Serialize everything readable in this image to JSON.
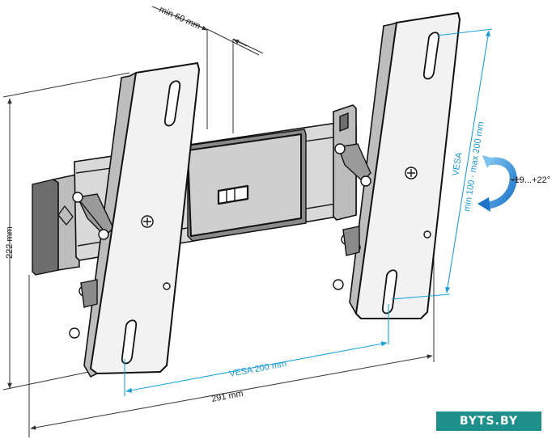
{
  "dimensions": {
    "min_depth": "min 60 mm",
    "height": "222 mm",
    "width": "291 mm",
    "vesa_horizontal": "VESA 200 mm",
    "vesa_vertical_title": "VESA",
    "vesa_vertical_range": "min 100 - max 200 mm",
    "tilt_range": "-19...+22°"
  },
  "watermark": "BYTS.BY",
  "colors": {
    "dimension_blue": "#1aa2d8",
    "tilt_arrow_blue": "#2a8fd6",
    "watermark_bg": "#1f8f8c"
  }
}
